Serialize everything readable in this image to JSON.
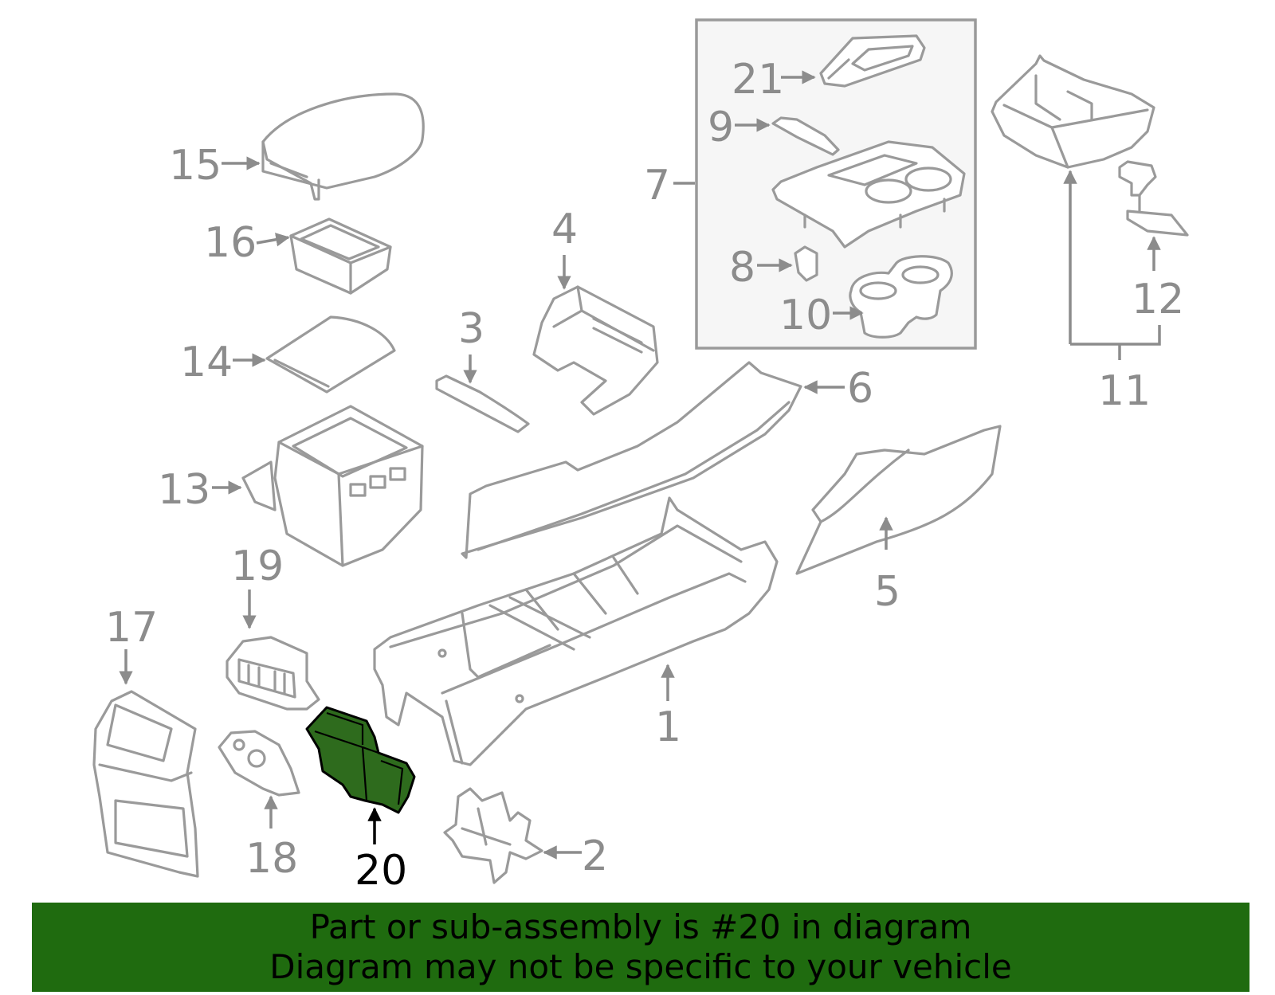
{
  "diagram": {
    "highlighted_part": "20",
    "callouts": {
      "p1": "1",
      "p2": "2",
      "p3": "3",
      "p4": "4",
      "p5": "5",
      "p6": "6",
      "p7": "7",
      "p8": "8",
      "p9": "9",
      "p10": "10",
      "p11": "11",
      "p12": "12",
      "p13": "13",
      "p14": "14",
      "p15": "15",
      "p16": "16",
      "p17": "17",
      "p18": "18",
      "p19": "19",
      "p20": "20",
      "p21": "21"
    },
    "colors": {
      "line": "#9a9a9a",
      "highlight_fill": "#2e6b1d",
      "banner": "#1f6b0f"
    }
  },
  "banner": {
    "line1": "Part or sub-assembly is #20 in diagram",
    "line2": "Diagram may not be specific to your vehicle"
  }
}
